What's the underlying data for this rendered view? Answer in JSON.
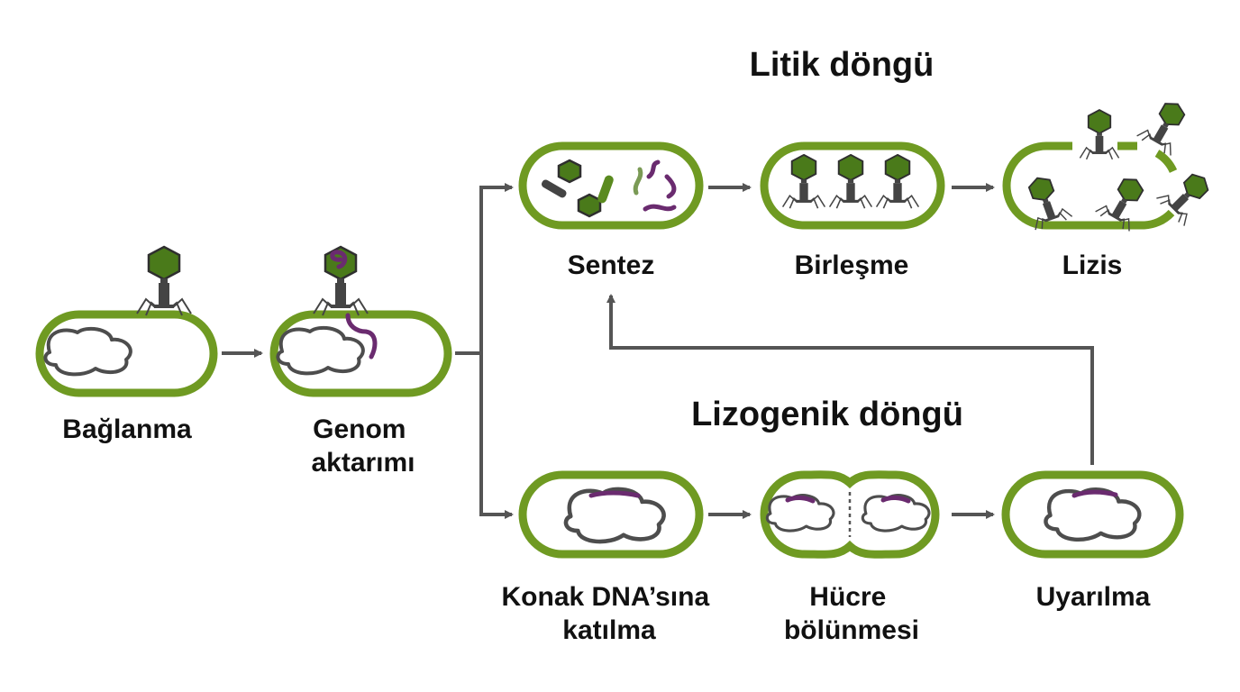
{
  "titles": {
    "lytic": "Litik döngü",
    "lysogenic": "Lizogenik döngü"
  },
  "steps": {
    "attachment": [
      "Bağlanma"
    ],
    "genome_transfer": [
      "Genom",
      "aktarımı"
    ],
    "synthesis": [
      "Sentez"
    ],
    "assembly": [
      "Birleşme"
    ],
    "lysis": [
      "Lizis"
    ],
    "integration": [
      "Konak DNA’sına",
      "katılma"
    ],
    "cell_division": [
      "Hücre",
      "bölünmesi"
    ],
    "induction": [
      "Uyarılma"
    ]
  },
  "colors": {
    "cell_wall": "#6f9a22",
    "capsid": "#4a7a1a",
    "phage_dna": "#6a2b6f",
    "host_dna": "#4d4d4d",
    "arrow": "#555555"
  }
}
